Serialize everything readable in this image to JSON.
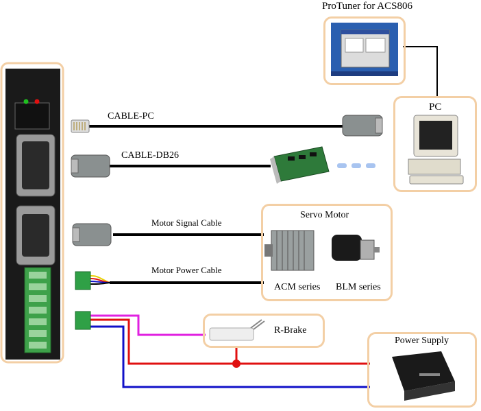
{
  "title": "ProTuner for ACS806",
  "pc_label": "PC",
  "cables": {
    "pc": "CABLE-PC",
    "db26": "CABLE-DB26",
    "motor_signal": "Motor Signal Cable",
    "motor_power": "Motor Power Cable"
  },
  "servo_motor": {
    "title": "Servo Motor",
    "acm": "ACM series",
    "blm": "BLM series"
  },
  "r_brake": "R-Brake",
  "power_supply": "Power Supply",
  "colors": {
    "box_border": "#f3cfa5",
    "cable": "#000000",
    "brake_wire": "#e020e0",
    "red_wire": "#e01010",
    "blue_wire": "#1010c8"
  }
}
